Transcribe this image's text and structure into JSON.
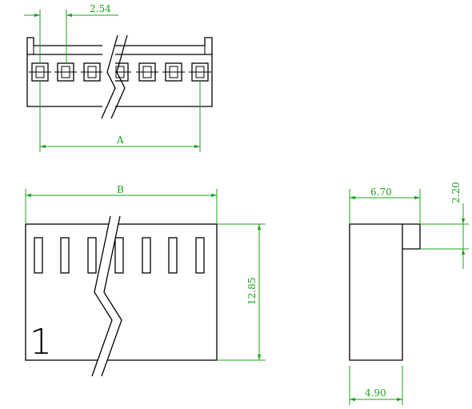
{
  "colors": {
    "line": "#000000",
    "dimension": "#1aa31a",
    "background": "#ffffff"
  },
  "dimensions": {
    "pitch": "2.54",
    "length_a": "A",
    "length_b": "B",
    "height": "12.85",
    "depth_total": "6.70",
    "latch_height": "2.20",
    "body_depth": "4.90"
  },
  "pin_one_marker": "1"
}
